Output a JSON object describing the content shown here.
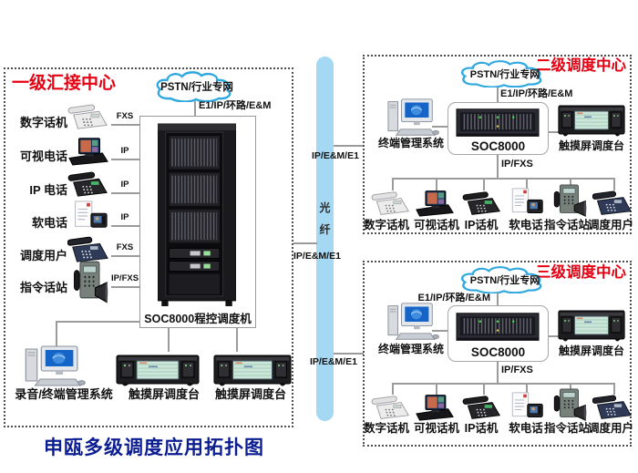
{
  "page_title": "申瓯多级调度应用拓扑图",
  "colors": {
    "accent_red": "#e60012",
    "title_blue": "#0b1d91",
    "cloud_stroke": "#2fa8e0",
    "fiber_fill": "#a5d8f3",
    "line_gray": "#9b9b9b"
  },
  "fiber": {
    "char1": "光",
    "char2": "纤",
    "links": [
      "IP/E&M/E1",
      "IP/E&M/E1",
      "IP/E&M/E1"
    ]
  },
  "level1": {
    "title": "一级汇接中心",
    "cloud_label": "PSTN/行业专网",
    "cloud_icon": "cloud",
    "uplink_label": "E1/IP/环路/E&M",
    "switch_label": "SOC8000程控调度机",
    "switch_icon": "rack",
    "devices": [
      {
        "label": "数字话机",
        "line": "FXS",
        "icon": "digital-phone"
      },
      {
        "label": "可视电话",
        "line": "IP",
        "icon": "video-phone"
      },
      {
        "label": "IP 电话",
        "line": "IP",
        "icon": "ip-phone"
      },
      {
        "label": "软电话",
        "line": "IP",
        "icon": "softphone"
      },
      {
        "label": "调度用户",
        "line": "FXS",
        "icon": "dispatch-phone"
      },
      {
        "label": "指令话站",
        "line": "IP/FXS",
        "icon": "command-station"
      }
    ],
    "bottom_devices": [
      {
        "label": "录音/终端管理系统",
        "icon": "workstation"
      },
      {
        "label": "触摸屏调度台",
        "icon": "console"
      },
      {
        "label": "触摸屏调度台",
        "icon": "console"
      }
    ]
  },
  "level2": {
    "title": "二级调度中心",
    "cloud_label": "PSTN/行业专网",
    "cloud_icon": "cloud",
    "uplink_label": "E1/IP/环路/E&M",
    "switch_label": "SOC8000",
    "switch_icon": "chassis",
    "terminal_label": "终端管理系统",
    "terminal_icon": "workstation",
    "console_label": "触摸屏调度台",
    "console_icon": "console",
    "downlink_label": "IP/FXS",
    "devices": [
      {
        "label": "数字话机",
        "icon": "digital-phone"
      },
      {
        "label": "可视话机",
        "icon": "video-phone"
      },
      {
        "label": "IP话机",
        "icon": "ip-phone"
      },
      {
        "label": "软电话",
        "icon": "softphone"
      },
      {
        "label": "指令话站",
        "icon": "command-station"
      },
      {
        "label": "调度用户",
        "icon": "dispatch-phone"
      }
    ]
  },
  "level3": {
    "title": "三级调度中心",
    "cloud_label": "PSTN/行业专网",
    "cloud_icon": "cloud",
    "uplink_label": "E1/IP/环路/E&M",
    "switch_label": "SOC8000",
    "switch_icon": "chassis",
    "terminal_label": "终端管理系统",
    "terminal_icon": "workstation",
    "console_label": "触摸屏调度台",
    "console_icon": "console",
    "downlink_label": "IP/FXS",
    "devices": [
      {
        "label": "数字话机",
        "icon": "digital-phone"
      },
      {
        "label": "可视话机",
        "icon": "video-phone"
      },
      {
        "label": "IP话机",
        "icon": "ip-phone"
      },
      {
        "label": "软电话",
        "icon": "softphone"
      },
      {
        "label": "指令话站",
        "icon": "command-station"
      },
      {
        "label": "调度用户",
        "icon": "dispatch-phone"
      }
    ]
  }
}
